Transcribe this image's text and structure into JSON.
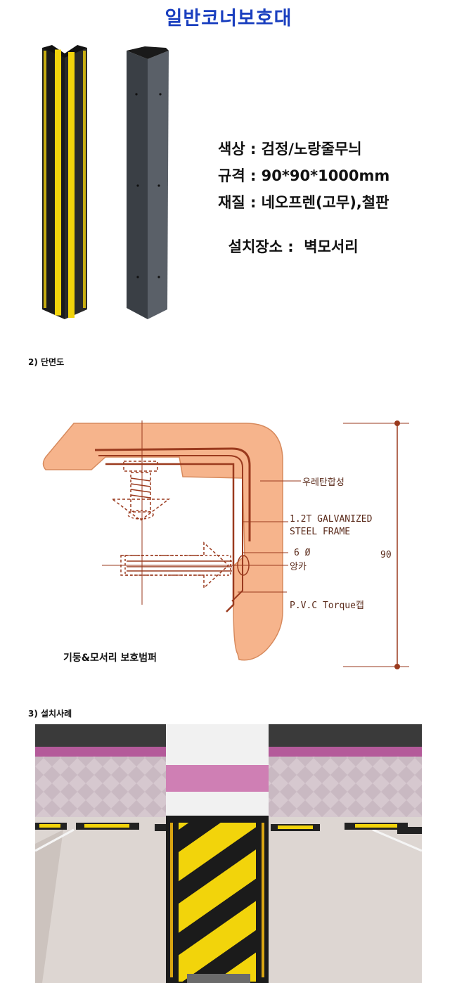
{
  "title": "일반코너보호대",
  "specs": [
    {
      "label": "색상",
      "sep": " : ",
      "value": "검정/노랑줄무늬"
    },
    {
      "label": "규격",
      "sep": " : ",
      "value": "90*90*1000mm"
    },
    {
      "label": "재질",
      "sep": " : ",
      "value": "네오프렌(고무),철판"
    },
    {
      "label": "설치장소",
      "sep": " :  ",
      "value": "벽모서리"
    }
  ],
  "section2": "2) 단면도",
  "section3": "3) 설치사례",
  "diagram": {
    "label_material": "우레탄합성",
    "label_frame_1": "1.2T GALVANIZED",
    "label_frame_2": "STEEL FRAME",
    "label_bolt": "6 Ø",
    "label_anchor": "앙카",
    "label_cap": "P.V.C Torque캡",
    "label_dim": "90",
    "caption": "기둥&모서리 보호범퍼"
  },
  "colors": {
    "title": "#1a3fbf",
    "bumper_fill": "#f6b48c",
    "diagram_line": "#9a3a1e",
    "stripe_yellow": "#f2d40b",
    "black": "#1b1b1b"
  }
}
